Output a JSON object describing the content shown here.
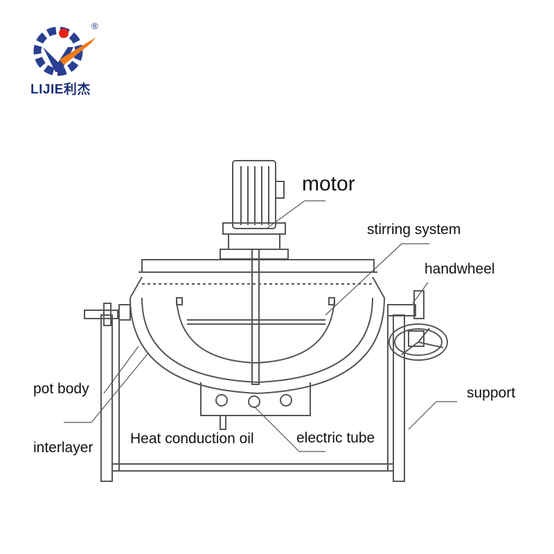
{
  "brand": {
    "name": "LIJIE利杰",
    "registered_mark": "®",
    "colors": {
      "blue": "#2a3f92",
      "orange": "#f07a1a",
      "red": "#e2231a"
    }
  },
  "labels": {
    "motor": "motor",
    "stirring_system": "stirring system",
    "handwheel": "handwheel",
    "support": "support",
    "pot_body": "pot body",
    "interlayer": "interlayer",
    "heat_conduction_oil": "Heat conduction oil",
    "electric_tube": "electric tube"
  },
  "line_color": "#555555"
}
